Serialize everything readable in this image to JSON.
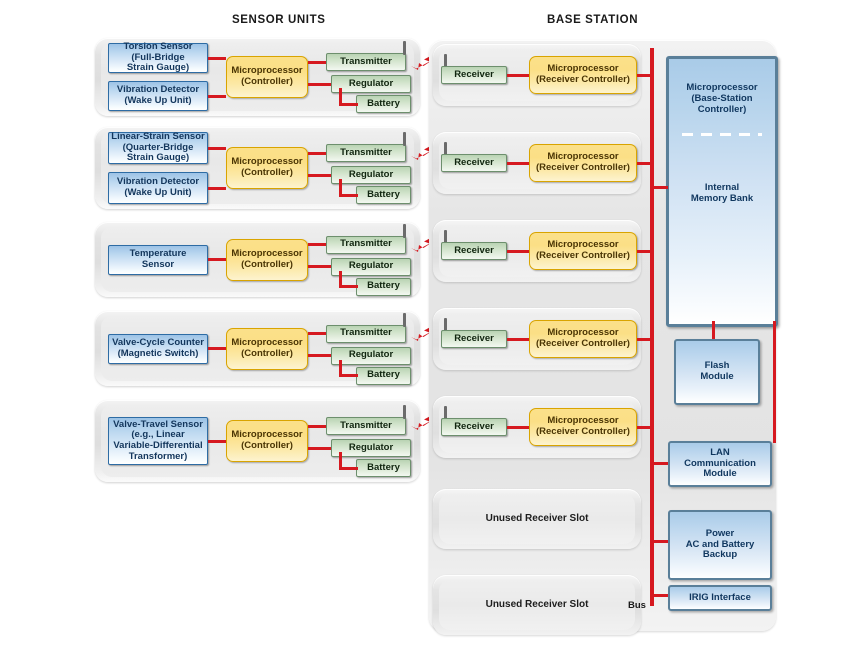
{
  "headings": {
    "sensor_units": "SENSOR UNITS",
    "base_station": "BASE STATION"
  },
  "labels": {
    "microprocessor_controller_line1": "Microprocessor",
    "microprocessor_controller_line2": "(Controller)",
    "transmitter": "Transmitter",
    "regulator": "Regulator",
    "battery": "Battery",
    "receiver": "Receiver",
    "micro_receiver_line1": "Microprocessor",
    "micro_receiver_line2": "(Receiver Controller)",
    "unused_receiver_slot": "Unused Receiver Slot",
    "bus": "Bus"
  },
  "sensor_units": [
    {
      "sensors": [
        "Torsion Sensor\n(Full-Bridge\nStrain Gauge)",
        "Vibration Detector\n(Wake Up Unit)"
      ]
    },
    {
      "sensors": [
        "Linear-Strain Sensor\n(Quarter-Bridge\nStrain Gauge)",
        "Vibration Detector\n(Wake Up Unit)"
      ]
    },
    {
      "sensors": [
        "Temperature\nSensor"
      ]
    },
    {
      "sensors": [
        "Valve-Cycle Counter\n(Magnetic Switch)"
      ]
    },
    {
      "sensors": [
        "Valve-Travel Sensor\n(e.g., Linear\nVariable-Differential\nTransformer)"
      ]
    }
  ],
  "base_station": {
    "receiver_rows": 5,
    "unused_slots": 2,
    "memory_bank": {
      "top_label": "Microprocessor\n(Base-Station\nController)",
      "bottom_label": "Internal\nMemory Bank"
    },
    "modules": [
      "Flash\nModule",
      "LAN\nCommunication\nModule",
      "Power\nAC and Battery\nBackup",
      "IRIG Interface"
    ]
  },
  "colors": {
    "wire": "#d61920",
    "blue_border": "#2e6ca4",
    "yellow_border": "#d9a400",
    "green_border": "#6d8f6d",
    "module_border": "#5a7f99",
    "background": "#ffffff"
  }
}
